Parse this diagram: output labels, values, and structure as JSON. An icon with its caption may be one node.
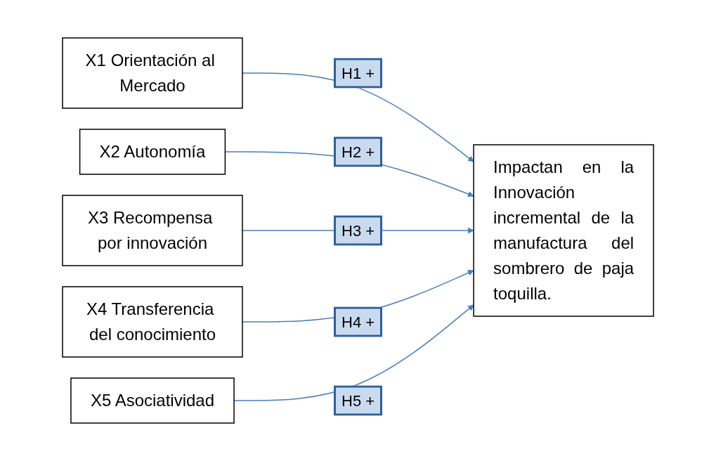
{
  "diagram": {
    "nodes": [
      {
        "text": [
          "X1 Orientación al Mercado"
        ]
      },
      {
        "text": [
          "X2 Autonomía"
        ]
      },
      {
        "text": [
          "X3 Recompensa por innovación"
        ]
      },
      {
        "text": [
          "X4 Transferencia del conocimiento"
        ]
      },
      {
        "text": [
          "X5 Asociatividad"
        ]
      },
      {
        "text": [
          "Impactan en la Innovación incremental de la manufactura del sombrero de paja toquilla."
        ]
      }
    ],
    "edges": [
      {
        "from": 0,
        "to": 5,
        "arrow": "to",
        "label": "H1 +"
      },
      {
        "from": 1,
        "to": 5,
        "arrow": "to",
        "label": "H2 +"
      },
      {
        "from": 2,
        "to": 5,
        "arrow": "to",
        "label": "H3 +"
      },
      {
        "from": 3,
        "to": 5,
        "arrow": "to",
        "label": "H4 +"
      },
      {
        "from": 4,
        "to": 5,
        "arrow": "to",
        "label": "H5 +"
      }
    ]
  }
}
